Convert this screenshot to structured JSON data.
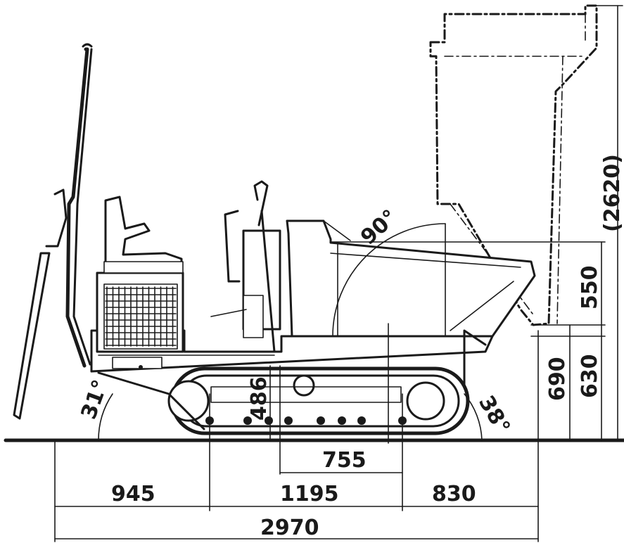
{
  "dimensions": {
    "overall_length": "2970",
    "rear_overhang": "945",
    "track_length": "1195",
    "front_overhang": "830",
    "sprocket_offset": "755",
    "ground_clearance_rear": "486",
    "dump_height": "690",
    "bed_height": "630",
    "bed_depth": "550",
    "max_height": "(2620)"
  },
  "angles": {
    "departure": "31°",
    "approach": "38°",
    "tilt": "90°"
  },
  "colors": {
    "ink": "#1a1a1a",
    "background": "#ffffff"
  }
}
